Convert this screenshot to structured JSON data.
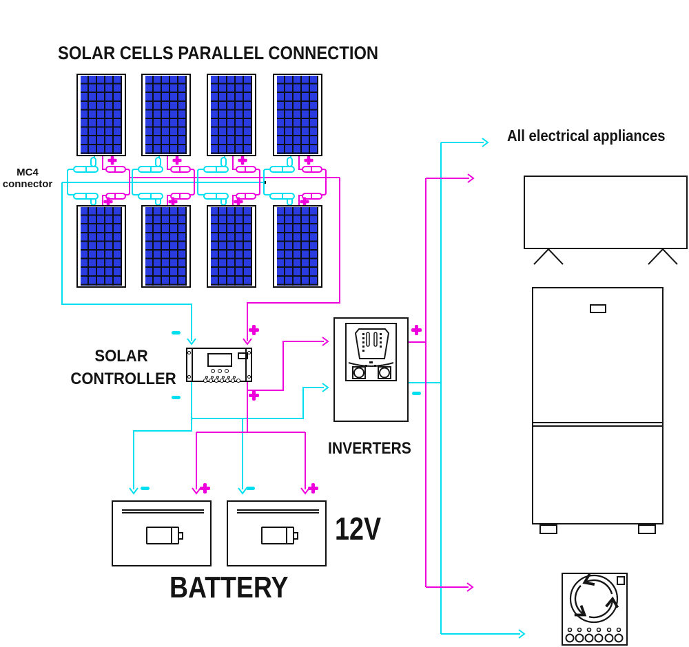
{
  "title": "SOLAR CELLS PARALLEL CONNECTION",
  "labels": {
    "mc4_line1": "MC4",
    "mc4_line2": "connector",
    "controller_line1": "SOLAR",
    "controller_line2": "CONTROLLER",
    "inverters": "INVERTERS",
    "battery": "BATTERY",
    "battery_voltage": "12V",
    "appliances": "All electrical appliances"
  },
  "symbols": {
    "positive": "+",
    "negative": "−"
  },
  "colors": {
    "positive_wire": "#ee00dd",
    "negative_wire": "#00dff0",
    "panel_cell_blue": "#2a3ce0",
    "outline_black": "#161616"
  },
  "components": {
    "solar_panel_count": 8,
    "mc4_group_count": 4,
    "battery_count": 2
  }
}
